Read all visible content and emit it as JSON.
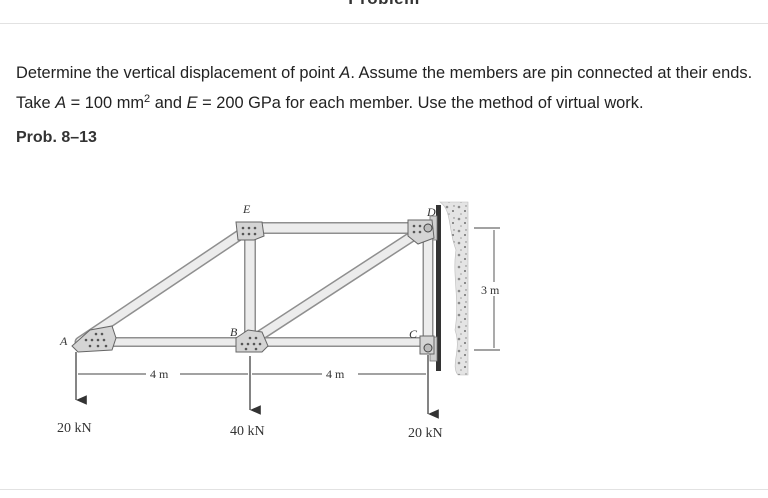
{
  "header": {
    "title": "Problem"
  },
  "problem": {
    "sentence1_a": "Determine the vertical displacement of point ",
    "sentence1_var": "A",
    "sentence1_b": ". Assume the members are pin connected at their ends. Take ",
    "area_var": "A",
    "area_value": " = 100 mm",
    "area_exp": "2",
    "and_text": " and ",
    "modulus_var": "E",
    "modulus_value": " = 200 GPa for each member. Use the method of virtual work."
  },
  "prob_label": "Prob. 8–13",
  "figure": {
    "node_labels": {
      "A": "A",
      "B": "B",
      "C": "C",
      "D": "D",
      "E": "E"
    },
    "dimensions": {
      "left_span": "4 m",
      "right_span": "4 m",
      "height": "3 m"
    },
    "loads": {
      "at_A": "20 kN",
      "at_B": "40 kN",
      "at_C": "20 kN"
    },
    "colors": {
      "member": "#e9e9e9",
      "member_edge": "#9a9a9a",
      "gusset": "#d5d5d5",
      "wall": "#c9c9c9",
      "text": "#333333"
    }
  }
}
